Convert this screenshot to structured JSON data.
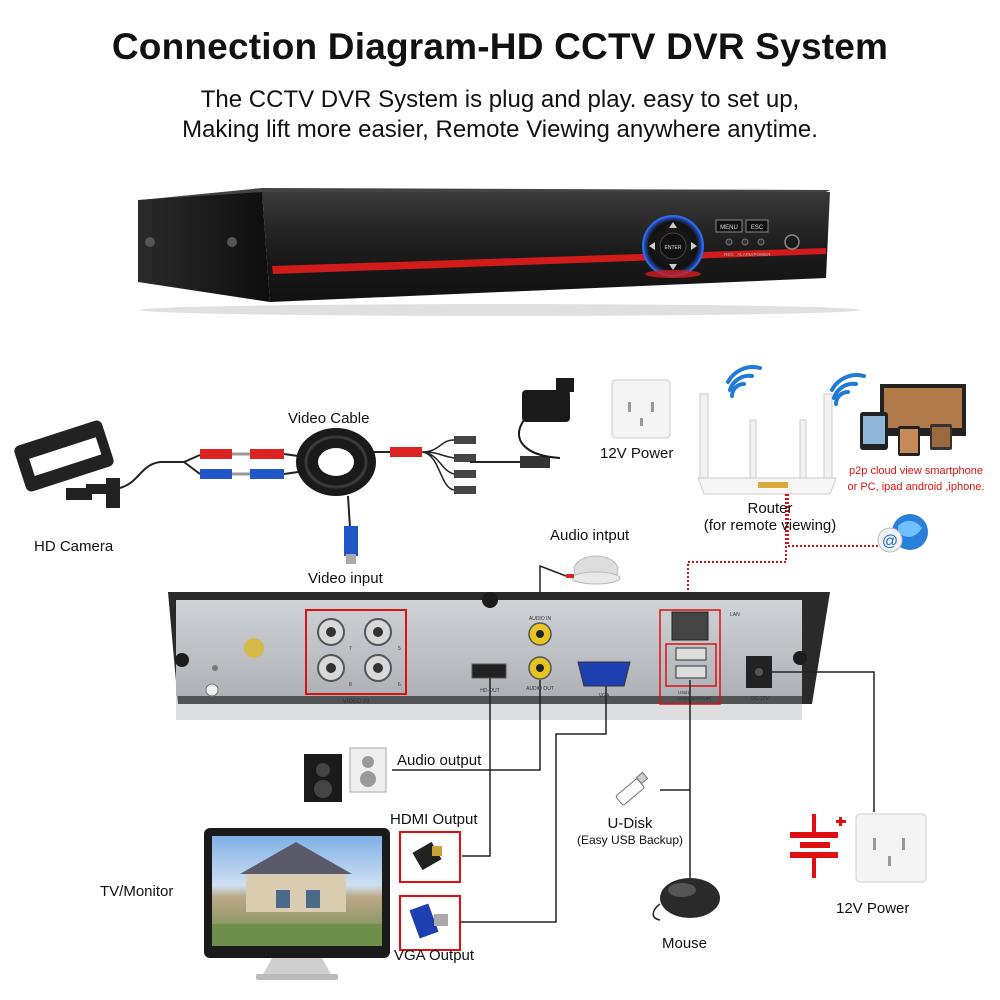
{
  "title": "Connection Diagram-HD CCTV DVR System",
  "subtitle_line1": "The CCTV DVR System is plug and play. easy to set up,",
  "subtitle_line2": "Making lift more easier, Remote Viewing anywhere anytime.",
  "dvr_front": {
    "menu_btn": "MENU",
    "esc_btn": "ESC",
    "enter_btn": "ENTER",
    "led_rec": "REC",
    "led_alarm": "ALARM",
    "led_power": "POWER"
  },
  "labels": {
    "video_cable": "Video Cable",
    "hd_camera": "HD Camera",
    "video_input": "Video input",
    "power_top": "12V Power",
    "router": "Router",
    "router_sub": "(for remote viewing)",
    "p2p_line1": "p2p cloud  view smartphone",
    "p2p_line2": "or PC, ipad android ,iphone.",
    "audio_input": "Audio intput",
    "audio_output": "Audio output",
    "hdmi_output": "HDMI Output",
    "tv_monitor": "TV/Monitor",
    "vga_output": "VGA Output",
    "udisk": "U-Disk",
    "udisk_sub": "(Easy USB Backup)",
    "mouse": "Mouse",
    "power_bottom": "12V Power"
  },
  "panel_labels": {
    "video_in": "VIDEO IN",
    "audio_in": "AUDIO IN",
    "audio_out": "AUDIO OUT",
    "hd_out": "HD-OUT",
    "vga": "VGA",
    "usb1": "USB1",
    "usb2": "USB2(BACKUP)",
    "lan": "LAN",
    "dc12v": "DC 12V",
    "ch_5": "5",
    "ch_6": "6",
    "ch_7": "7",
    "ch_8": "8"
  },
  "colors": {
    "highlight_red": "#e01010",
    "dvr_body": "#1e1e1e",
    "panel": "#b9bcc0"
  }
}
